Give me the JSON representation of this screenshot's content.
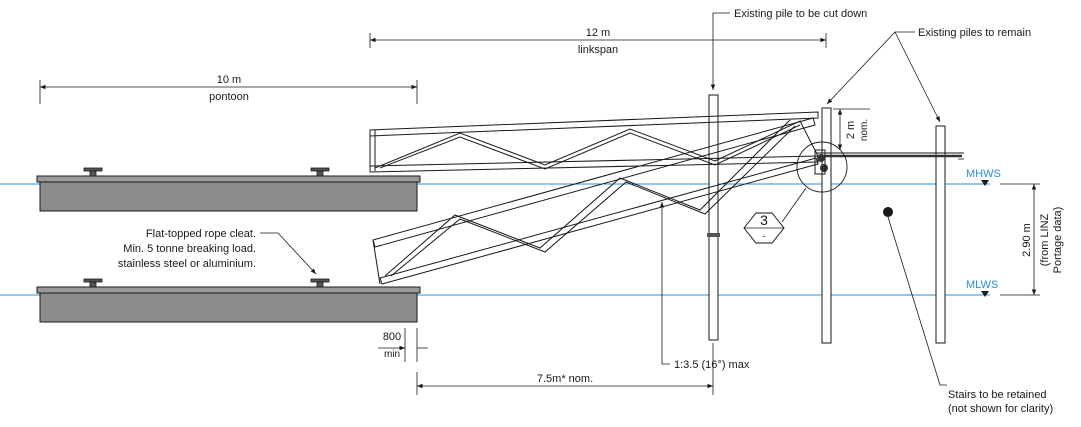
{
  "dimensions": {
    "linkspan_length": "12 m",
    "linkspan_label": "linkspan",
    "pontoon_length": "10 m",
    "pontoon_label": "pontoon",
    "rise": "2 m",
    "rise_note": "nom.",
    "tidal_range": "2.90 m",
    "tidal_range_note_1": "(from LINZ",
    "tidal_range_note_2": "Portage data)",
    "clearance": "800",
    "clearance_note": "min",
    "offset": "7.5m* nom."
  },
  "water_levels": {
    "high": "MHWS",
    "low": "MLWS"
  },
  "callouts": {
    "pile_cut": "Existing pile to be cut down",
    "piles_remain": "Existing piles to remain",
    "cleat_1": "Flat-topped rope cleat.",
    "cleat_2": "Min. 5 tonne breaking load.",
    "cleat_3": "stainless steel or aluminium.",
    "gradient": "1:3.5 (16°) max",
    "stairs_1": "Stairs to be retained",
    "stairs_2": "(not shown for clarity)"
  },
  "detail_tag": {
    "number": "3",
    "sheet": "-"
  },
  "colors": {
    "water": "#2a8fd6",
    "pontoon": "#8c8c8c",
    "line": "#1a1a1a"
  }
}
